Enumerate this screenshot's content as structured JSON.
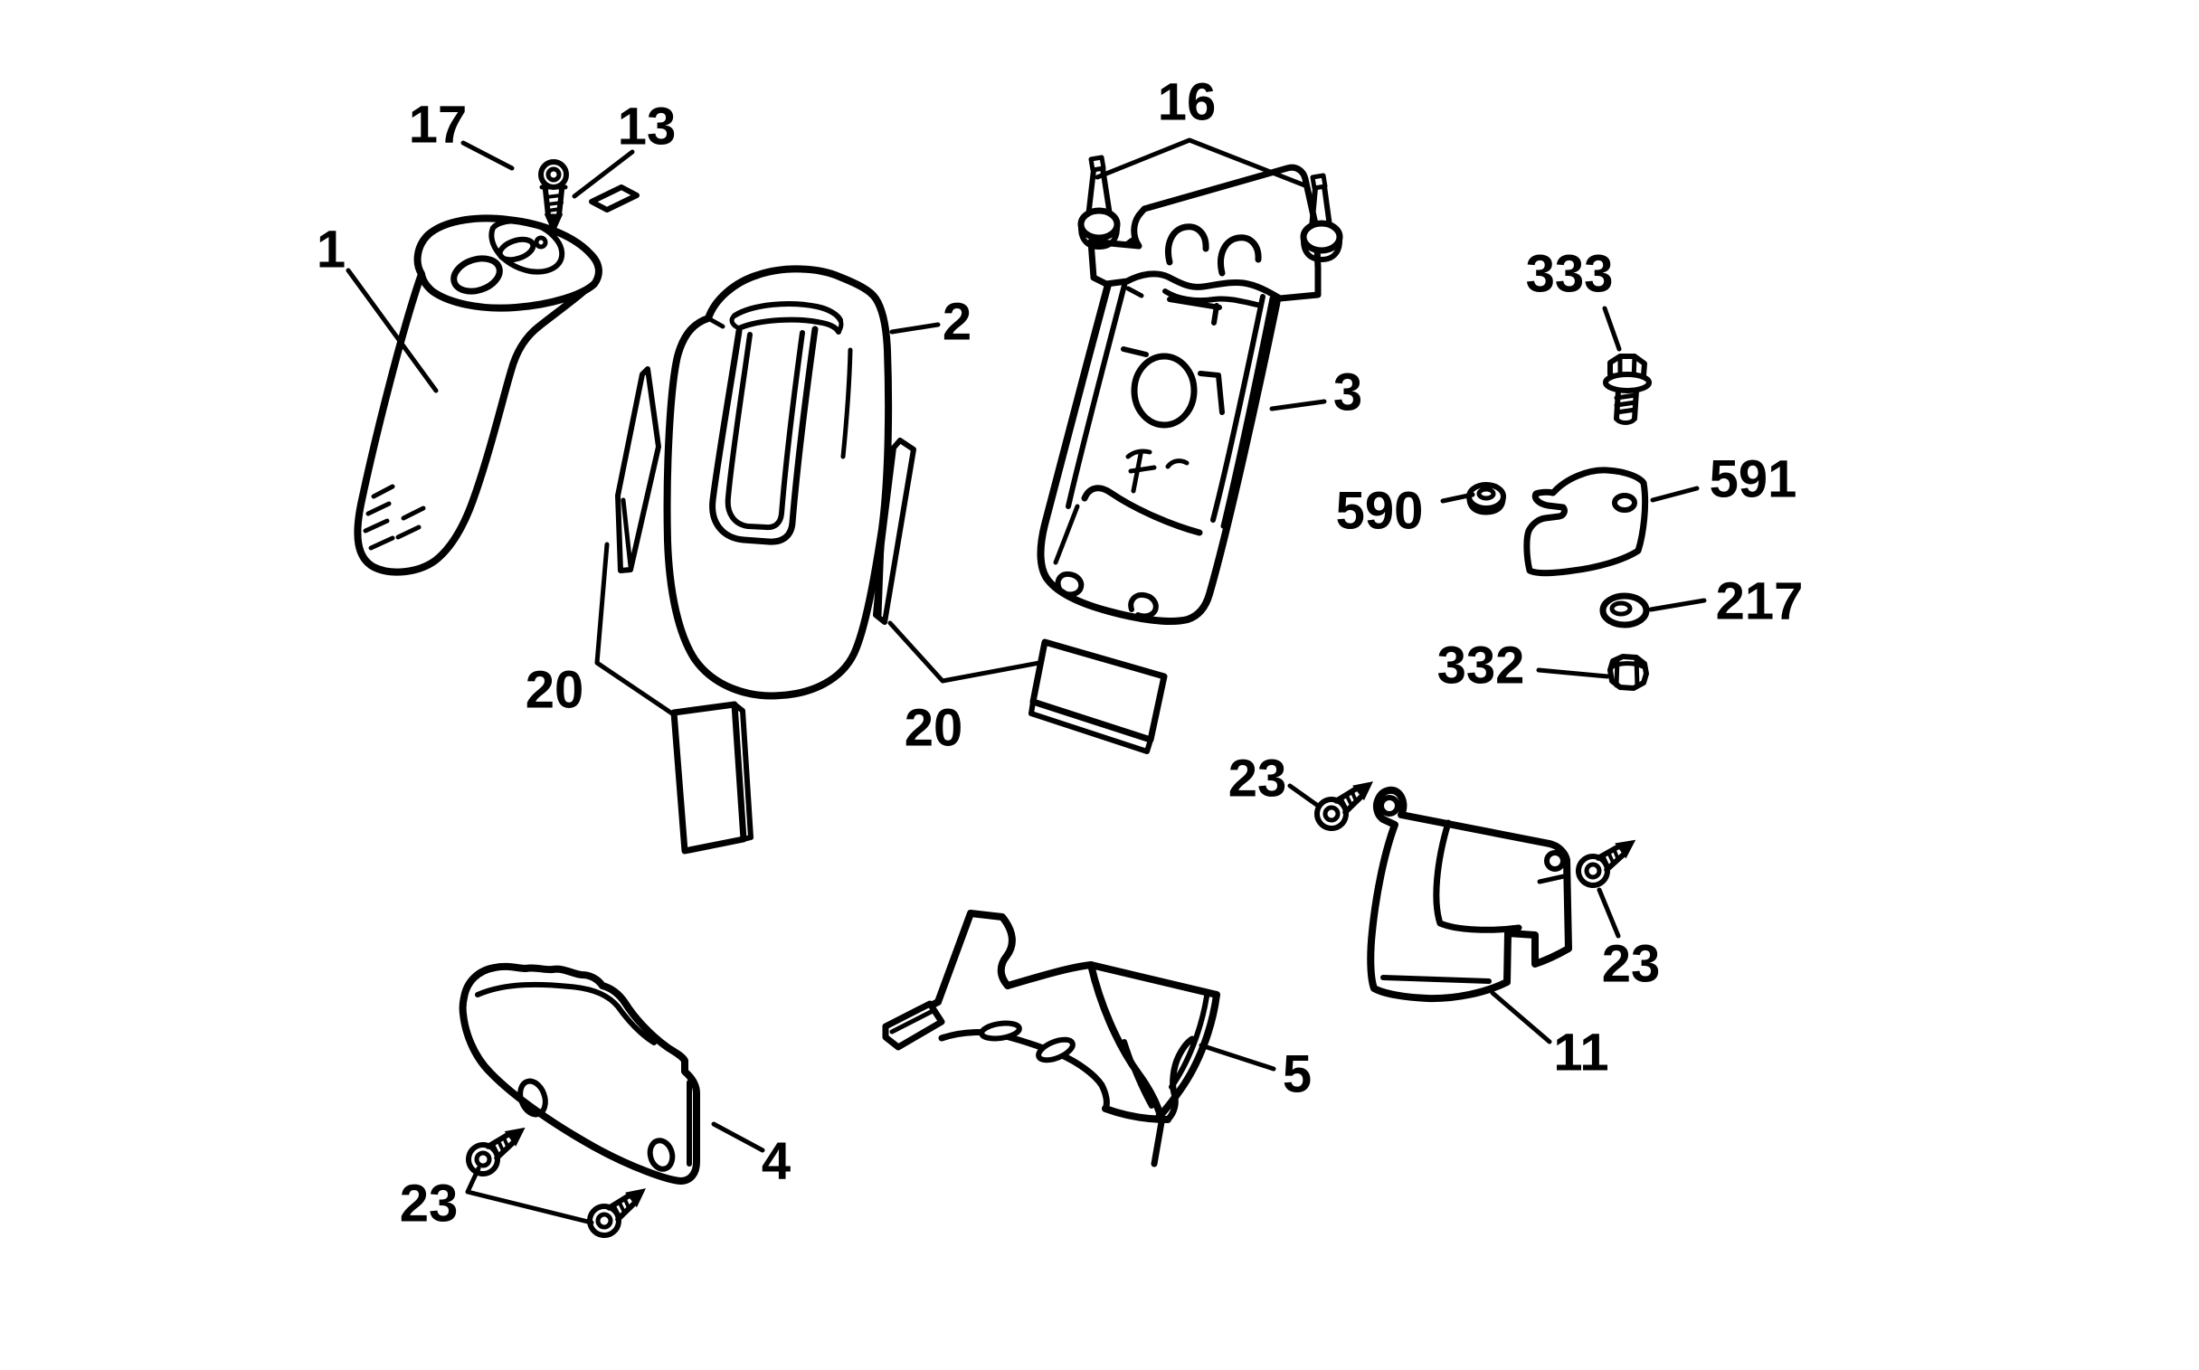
{
  "diagram": {
    "kind": "exploded-parts-diagram",
    "background_color": "#ffffff",
    "line_color": "#000000",
    "callouts": [
      {
        "id": "part-1",
        "text": "1"
      },
      {
        "id": "part-2",
        "text": "2"
      },
      {
        "id": "part-3",
        "text": "3"
      },
      {
        "id": "part-4",
        "text": "4"
      },
      {
        "id": "part-5",
        "text": "5"
      },
      {
        "id": "part-11",
        "text": "11"
      },
      {
        "id": "part-13",
        "text": "13"
      },
      {
        "id": "part-16",
        "text": "16"
      },
      {
        "id": "part-17",
        "text": "17"
      },
      {
        "id": "part-20-left",
        "text": "20"
      },
      {
        "id": "part-20-right",
        "text": "20"
      },
      {
        "id": "part-23-upper",
        "text": "23"
      },
      {
        "id": "part-23-right",
        "text": "23"
      },
      {
        "id": "part-23-lower-left",
        "text": "23"
      },
      {
        "id": "part-217",
        "text": "217"
      },
      {
        "id": "part-332",
        "text": "332"
      },
      {
        "id": "part-333",
        "text": "333"
      },
      {
        "id": "part-590",
        "text": "590"
      },
      {
        "id": "part-591",
        "text": "591"
      }
    ]
  }
}
